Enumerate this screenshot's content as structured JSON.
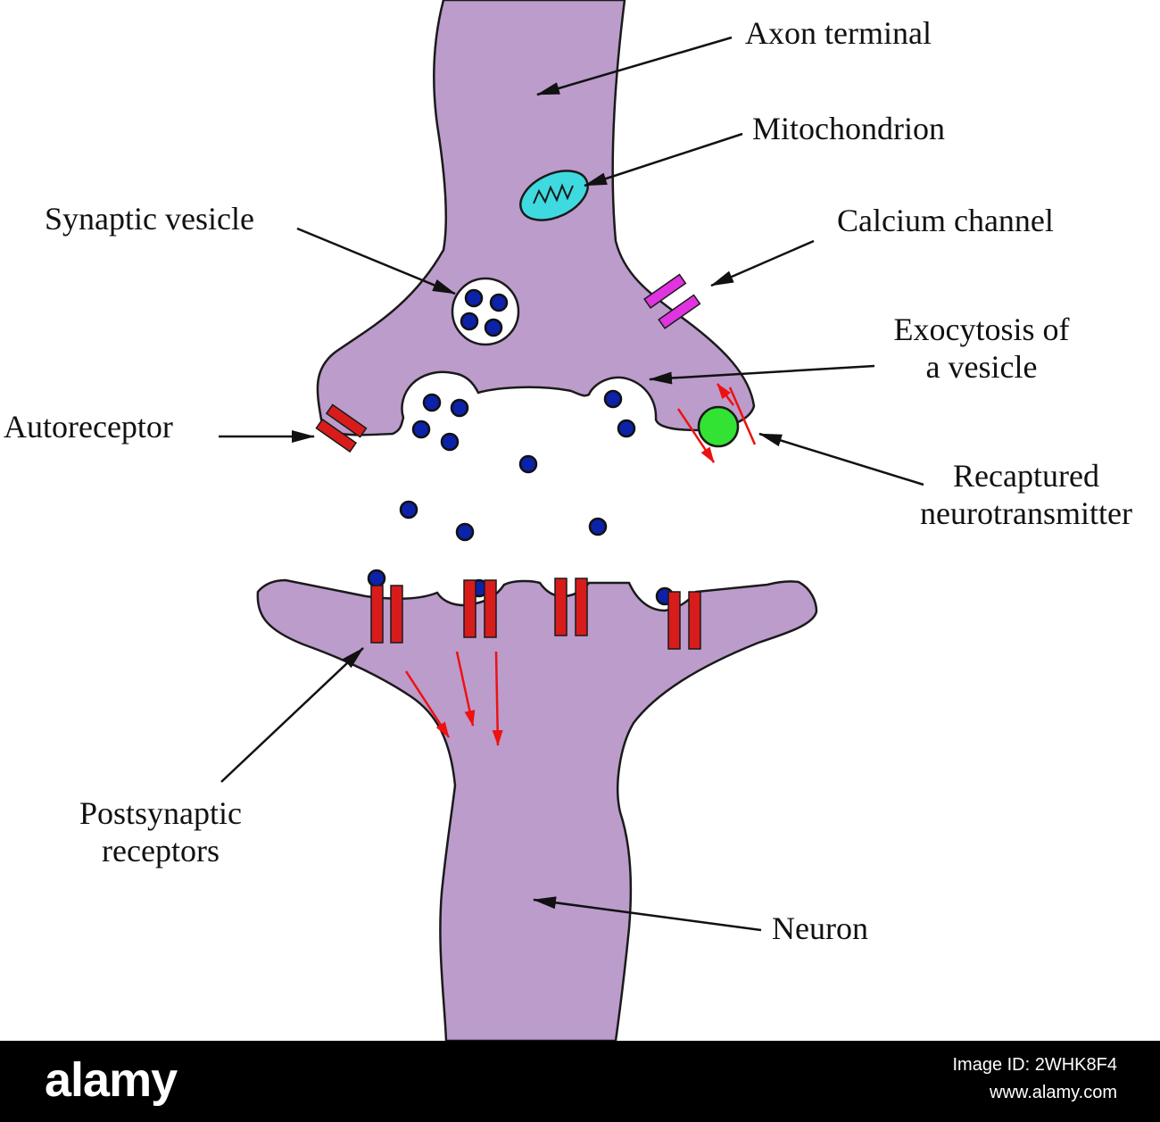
{
  "labels": {
    "axon_terminal": "Axon terminal",
    "mitochondrion": "Mitochondrion",
    "synaptic_vesicle": "Synaptic vesicle",
    "calcium_channel": "Calcium channel",
    "exocytosis_line1": "Exocytosis of",
    "exocytosis_line2": "a vesicle",
    "autoreceptor": "Autoreceptor",
    "recaptured_line1": "Recaptured",
    "recaptured_line2": "neurotransmitter",
    "postsynaptic_line1": "Postsynaptic",
    "postsynaptic_line2": "receptors",
    "neuron": "Neuron"
  },
  "footer": {
    "logo": "alamy",
    "image_id": "Image ID: 2WHK8F4",
    "url": "www.alamy.com"
  },
  "colors": {
    "cell": "#bb9ccb",
    "outline": "#1a1a1a",
    "neurotransmitter": "#0c22a8",
    "receptor": "#d81c1c",
    "calcium_channel": "#df34df",
    "mitochondrion": "#3fd9e0",
    "recaptured": "#33e333",
    "signal_arrow": "#ee1111"
  }
}
